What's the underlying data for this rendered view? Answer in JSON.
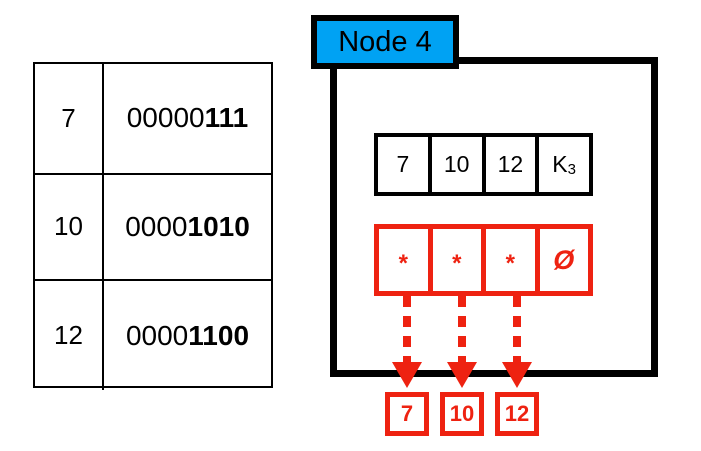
{
  "diagram": {
    "title_tab": {
      "label": "Node 4",
      "color": "#00a2f3"
    },
    "accent_red": "#ee2211",
    "accent_black": "#000000"
  },
  "binary_table": {
    "rows": [
      {
        "decimal": "7",
        "prefix": "00000",
        "suffix": "111",
        "full": "00000111"
      },
      {
        "decimal": "10",
        "prefix": "0000",
        "suffix": "1010",
        "full": "00001010"
      },
      {
        "decimal": "12",
        "prefix": "0000",
        "suffix": "1100",
        "full": "00001100"
      }
    ]
  },
  "node": {
    "keys_array": {
      "cells": [
        {
          "text": "7",
          "sub": ""
        },
        {
          "text": "10",
          "sub": ""
        },
        {
          "text": "12",
          "sub": ""
        },
        {
          "text": "K",
          "sub": "3"
        }
      ]
    },
    "pointers_array": {
      "cells": [
        {
          "text": "*",
          "kind": "star"
        },
        {
          "text": "*",
          "kind": "star"
        },
        {
          "text": "*",
          "kind": "star"
        },
        {
          "text": "Ø",
          "kind": "null"
        }
      ]
    }
  },
  "leaves": [
    {
      "label": "7"
    },
    {
      "label": "10"
    },
    {
      "label": "12"
    }
  ]
}
